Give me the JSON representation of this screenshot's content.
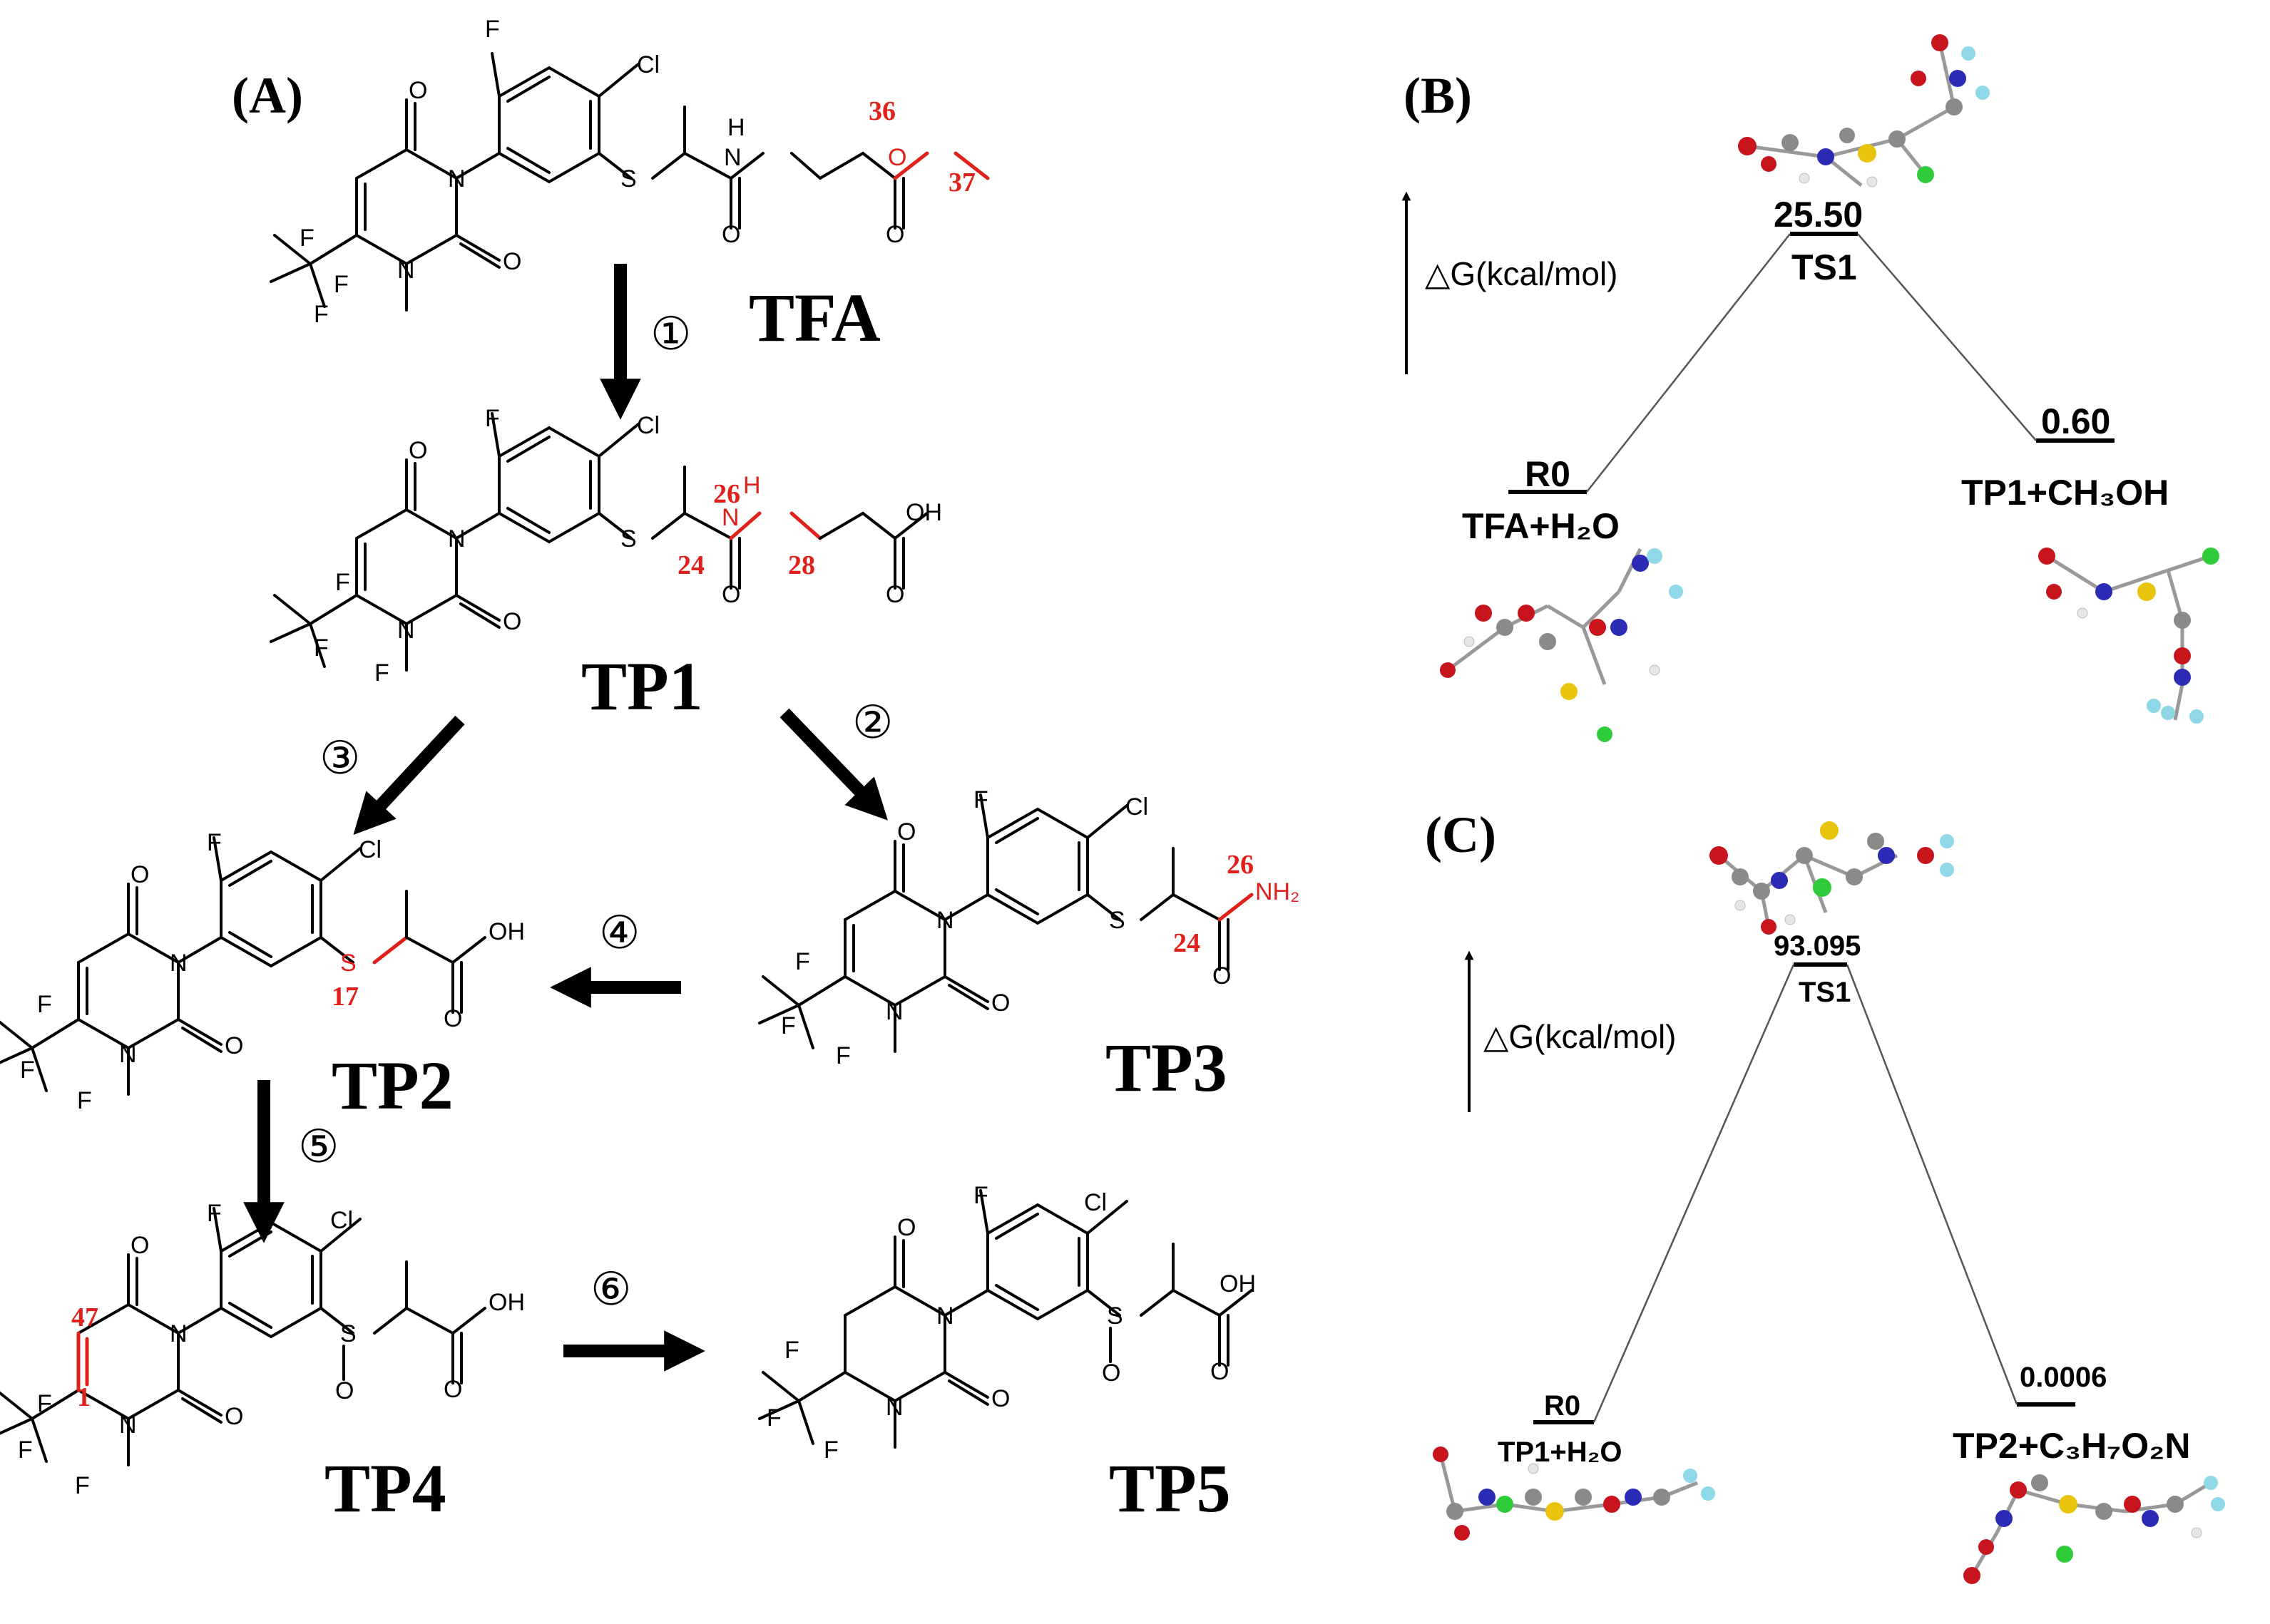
{
  "panels": {
    "A": {
      "label": "(A)",
      "molecules": [
        {
          "id": "TFA",
          "name": "TFA"
        },
        {
          "id": "TP1",
          "name": "TP1"
        },
        {
          "id": "TP2",
          "name": "TP2"
        },
        {
          "id": "TP3",
          "name": "TP3"
        },
        {
          "id": "TP4",
          "name": "TP4"
        },
        {
          "id": "TP5",
          "name": "TP5"
        }
      ],
      "steps": [
        "①",
        "②",
        "③",
        "④",
        "⑤",
        "⑥"
      ],
      "atom_numbers": {
        "tfa": [
          "36",
          "37"
        ],
        "tp1": [
          "26",
          "24",
          "28"
        ],
        "tp2": [
          "17"
        ],
        "tp3": [
          "26",
          "24"
        ],
        "tp4": [
          "47",
          "1"
        ]
      },
      "atoms": {
        "F": "F",
        "Cl": "Cl",
        "O": "O",
        "N": "N",
        "S": "S",
        "H": "H",
        "OH": "OH",
        "NH2": "NH₂"
      }
    },
    "B": {
      "label": "(B)",
      "axis_label": "△G(kcal/mol)",
      "levels": [
        {
          "name": "R0",
          "species": "TFA+H₂O"
        },
        {
          "name": "TS1",
          "value": "25.50"
        },
        {
          "value": "0.60",
          "species": "TP1+CH₃OH"
        }
      ]
    },
    "C": {
      "label": "(C)",
      "axis_label": "△G(kcal/mol)",
      "levels": [
        {
          "name": "R0",
          "species": "TP1+H₂O"
        },
        {
          "name": "TS1",
          "value": "93.095"
        },
        {
          "value": "0.0006",
          "species": "TP2+C₃H₇O₂N"
        }
      ]
    }
  },
  "colors": {
    "highlight": "#e0201b",
    "carbon": "#8a8a8a",
    "oxygen": "#c8141c",
    "nitrogen": "#2b2bb5",
    "sulfur": "#e8c40c",
    "chlorine": "#2ecc3a",
    "fluorine": "#8fd8e8",
    "hydrogen": "#e6e6e6"
  }
}
